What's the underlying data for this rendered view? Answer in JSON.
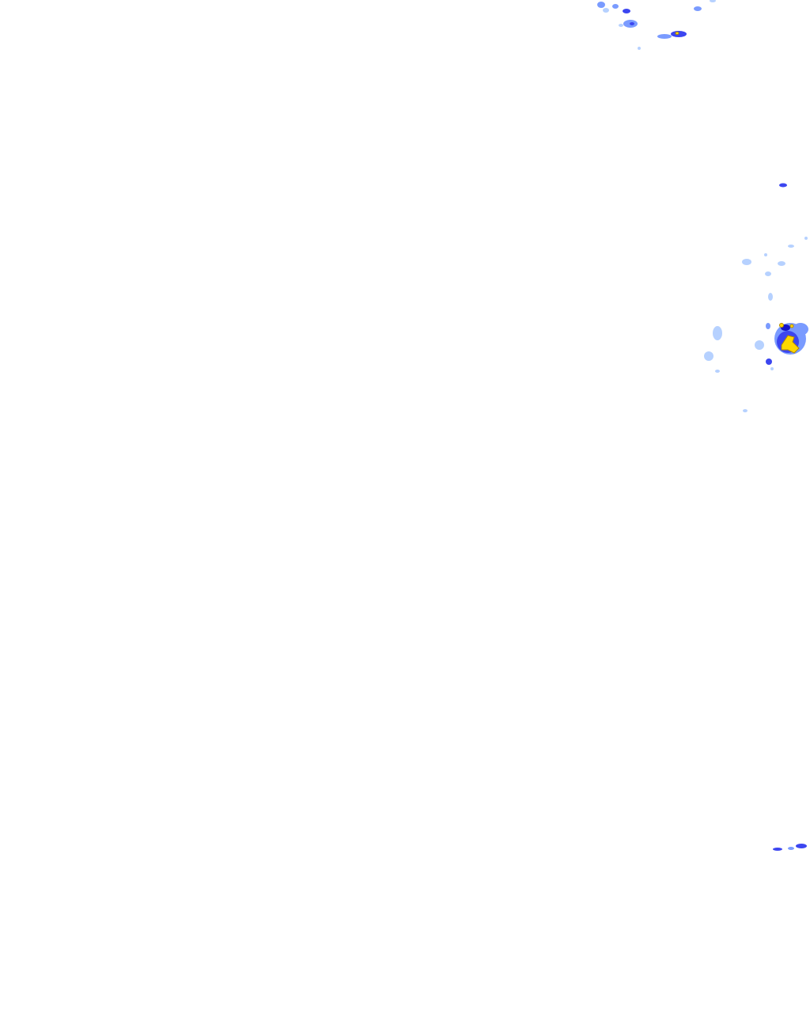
{
  "radar": {
    "background_color": "#ffffff",
    "intensity_colors": {
      "very_light": "#9ec2ff",
      "light": "#7a9bff",
      "moderate": "#3c46f0",
      "strong": "#1414c8",
      "heavy": "#ffd800",
      "heavy_edge": "#b08a00"
    },
    "echo_legend": [
      "very_light",
      "light",
      "moderate",
      "strong",
      "heavy"
    ]
  }
}
